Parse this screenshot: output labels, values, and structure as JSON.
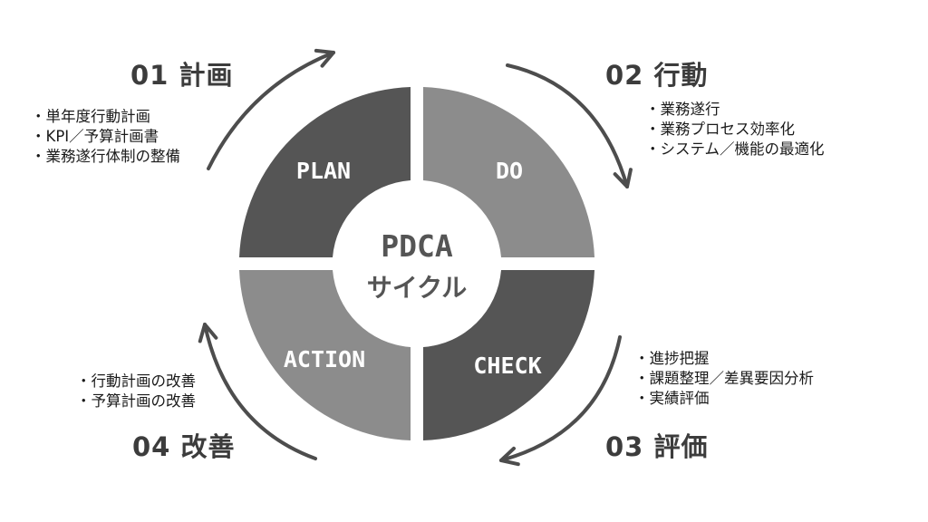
{
  "center": {
    "line1": "PDCA",
    "line2": "サイクル"
  },
  "quadrants": {
    "plan": "PLAN",
    "do": "DO",
    "check": "CHECK",
    "action": "ACTION"
  },
  "steps": {
    "plan": {
      "title": "01 計画",
      "items": [
        "単年度行動計画",
        "KPI／予算計画書",
        "業務遂行体制の整備"
      ]
    },
    "do": {
      "title": "02 行動",
      "items": [
        "業務遂行",
        "業務プロセス効率化",
        "システム／機能の最適化"
      ]
    },
    "check": {
      "title": "03 評価",
      "items": [
        "進捗把握",
        "課題整理／差異要因分析",
        "実績評価"
      ]
    },
    "action": {
      "title": "04 改善",
      "items": [
        "行動計画の改善",
        "予算計画の改善"
      ]
    }
  },
  "colors": {
    "dark": "#555555",
    "light": "#8c8c8c",
    "arrow": "#4d4d4d",
    "text": "#1a1a1a"
  }
}
